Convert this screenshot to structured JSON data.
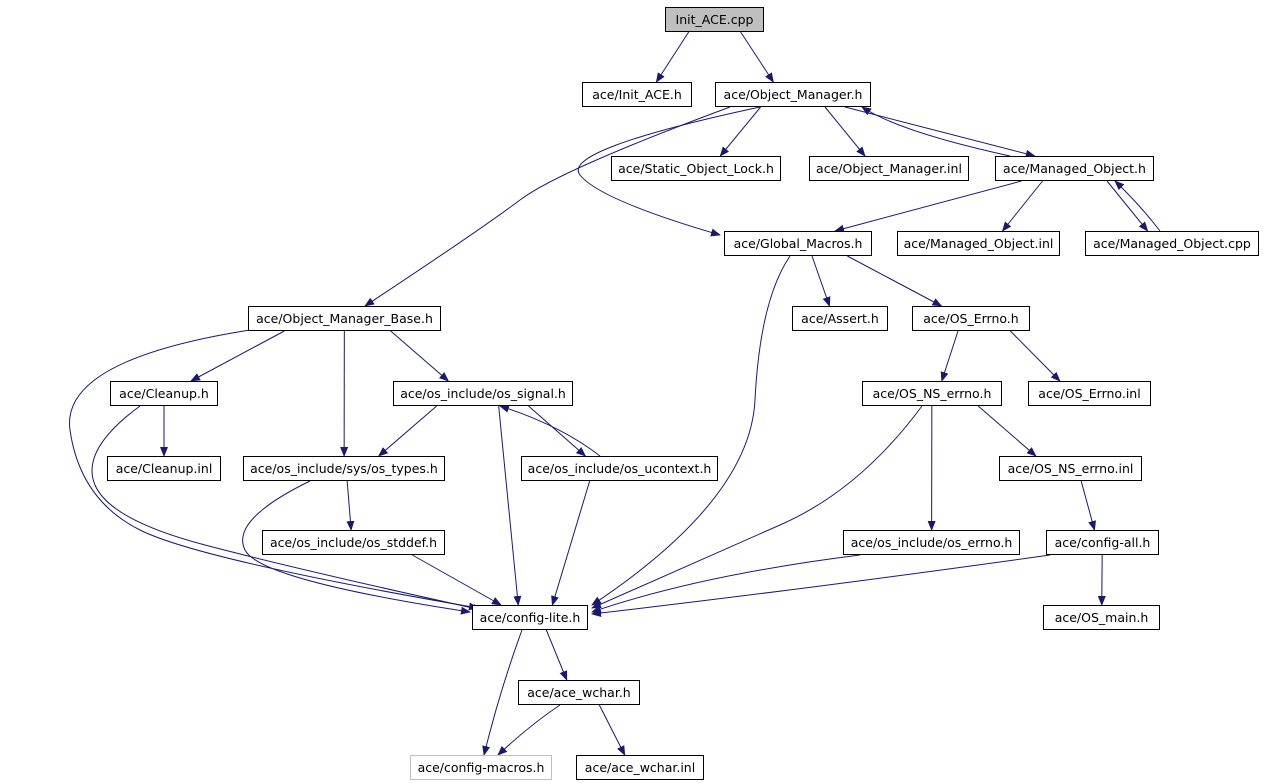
{
  "graph": {
    "nodes": [
      {
        "id": "init_cpp",
        "label": "Init_ACE.cpp",
        "kind": "root"
      },
      {
        "id": "init_h",
        "label": "ace/Init_ACE.h"
      },
      {
        "id": "objmgr_h",
        "label": "ace/Object_Manager.h"
      },
      {
        "id": "static_lock",
        "label": "ace/Static_Object_Lock.h"
      },
      {
        "id": "objmgr_inl",
        "label": "ace/Object_Manager.inl"
      },
      {
        "id": "managed_h",
        "label": "ace/Managed_Object.h"
      },
      {
        "id": "global_macros",
        "label": "ace/Global_Macros.h"
      },
      {
        "id": "managed_inl",
        "label": "ace/Managed_Object.inl"
      },
      {
        "id": "managed_cpp",
        "label": "ace/Managed_Object.cpp"
      },
      {
        "id": "objmgr_base",
        "label": "ace/Object_Manager_Base.h"
      },
      {
        "id": "assert_h",
        "label": "ace/Assert.h"
      },
      {
        "id": "os_errno_h",
        "label": "ace/OS_Errno.h"
      },
      {
        "id": "cleanup_h",
        "label": "ace/Cleanup.h"
      },
      {
        "id": "os_signal",
        "label": "ace/os_include/os_signal.h"
      },
      {
        "id": "os_ns_errno_h",
        "label": "ace/OS_NS_errno.h"
      },
      {
        "id": "os_errno_inl",
        "label": "ace/OS_Errno.inl"
      },
      {
        "id": "cleanup_inl",
        "label": "ace/Cleanup.inl"
      },
      {
        "id": "os_types",
        "label": "ace/os_include/sys/os_types.h"
      },
      {
        "id": "os_ucontext",
        "label": "ace/os_include/os_ucontext.h"
      },
      {
        "id": "os_ns_errno_inl",
        "label": "ace/OS_NS_errno.inl"
      },
      {
        "id": "os_stddef",
        "label": "ace/os_include/os_stddef.h"
      },
      {
        "id": "os_include_errno",
        "label": "ace/os_include/os_errno.h"
      },
      {
        "id": "config_all",
        "label": "ace/config-all.h"
      },
      {
        "id": "config_lite",
        "label": "ace/config-lite.h"
      },
      {
        "id": "os_main",
        "label": "ace/OS_main.h"
      },
      {
        "id": "ace_wchar_h",
        "label": "ace/ace_wchar.h"
      },
      {
        "id": "config_macros",
        "label": "ace/config-macros.h",
        "kind": "missing"
      },
      {
        "id": "ace_wchar_inl",
        "label": "ace/ace_wchar.inl"
      }
    ],
    "edges": [
      [
        "init_cpp",
        "init_h"
      ],
      [
        "init_cpp",
        "objmgr_h"
      ],
      [
        "objmgr_h",
        "static_lock"
      ],
      [
        "objmgr_h",
        "objmgr_inl"
      ],
      [
        "objmgr_h",
        "managed_h"
      ],
      [
        "objmgr_h",
        "global_macros"
      ],
      [
        "objmgr_h",
        "objmgr_base"
      ],
      [
        "managed_h",
        "objmgr_h"
      ],
      [
        "managed_h",
        "global_macros"
      ],
      [
        "managed_h",
        "managed_inl"
      ],
      [
        "managed_h",
        "managed_cpp"
      ],
      [
        "managed_cpp",
        "managed_h"
      ],
      [
        "global_macros",
        "assert_h"
      ],
      [
        "global_macros",
        "os_errno_h"
      ],
      [
        "global_macros",
        "config_lite"
      ],
      [
        "objmgr_base",
        "config_lite"
      ],
      [
        "objmgr_base",
        "cleanup_h"
      ],
      [
        "objmgr_base",
        "os_types"
      ],
      [
        "objmgr_base",
        "os_signal"
      ],
      [
        "cleanup_h",
        "cleanup_inl"
      ],
      [
        "cleanup_h",
        "config_lite"
      ],
      [
        "os_signal",
        "os_types"
      ],
      [
        "os_signal",
        "config_lite"
      ],
      [
        "os_signal",
        "os_ucontext"
      ],
      [
        "os_ucontext",
        "os_signal"
      ],
      [
        "os_ucontext",
        "config_lite"
      ],
      [
        "os_types",
        "os_stddef"
      ],
      [
        "os_types",
        "config_lite"
      ],
      [
        "os_stddef",
        "config_lite"
      ],
      [
        "os_errno_h",
        "os_ns_errno_h"
      ],
      [
        "os_errno_h",
        "os_errno_inl"
      ],
      [
        "os_ns_errno_h",
        "os_include_errno"
      ],
      [
        "os_ns_errno_h",
        "os_ns_errno_inl"
      ],
      [
        "os_ns_errno_h",
        "config_lite"
      ],
      [
        "os_include_errno",
        "config_lite"
      ],
      [
        "os_ns_errno_inl",
        "config_all"
      ],
      [
        "config_all",
        "config_lite"
      ],
      [
        "config_all",
        "os_main"
      ],
      [
        "config_lite",
        "config_macros"
      ],
      [
        "config_lite",
        "ace_wchar_h"
      ],
      [
        "ace_wchar_h",
        "config_macros"
      ],
      [
        "ace_wchar_h",
        "ace_wchar_inl"
      ]
    ]
  },
  "colors": {
    "edge": "#191970",
    "root_fill": "#bfbfbf",
    "missing_border": "#bfbfbf",
    "node_border": "#000000"
  }
}
